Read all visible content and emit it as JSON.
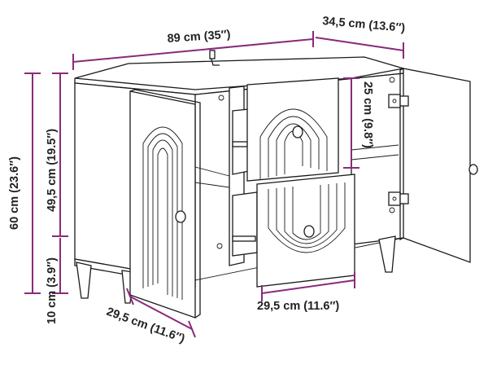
{
  "colors": {
    "dimension_line": "#8a2a7a",
    "outline": "#1a1a1a",
    "text": "#222222",
    "background": "#ffffff"
  },
  "dimensions": {
    "width": "89 cm (35″)",
    "depth": "34,5 cm (13.6″)",
    "total_height": "60 cm (23.6″)",
    "body_height": "49,5 cm (19.5″)",
    "leg_height": "10 cm (3.9″)",
    "drawer_height": "25 cm (9.8″)",
    "door_width": "29,5 cm (11.6″)",
    "drawer_width": "29,5 cm (11.6″)"
  }
}
